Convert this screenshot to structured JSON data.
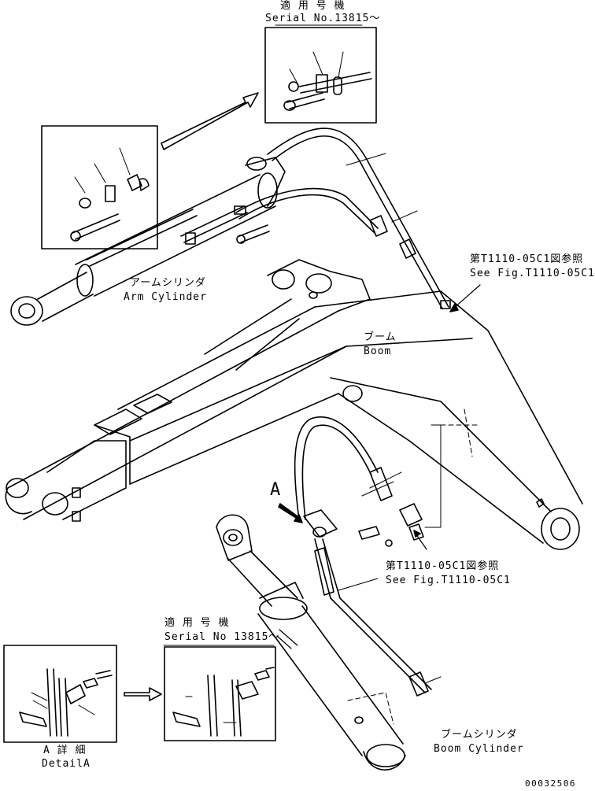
{
  "top_inset": {
    "applicable_jp": "適 用 号 機",
    "serial": "Serial No.13815～"
  },
  "arm_cylinder": {
    "jp": "アームシリンダ",
    "en": "Arm Cylinder"
  },
  "boom": {
    "jp": "ブーム",
    "en": "Boom"
  },
  "ref_upper": {
    "jp": "第T1110-05C1図参照",
    "en": "See Fig.T1110-05C1"
  },
  "ref_lower": {
    "jp": "第T1110-05C1図参照",
    "en": "See Fig.T1110-05C1"
  },
  "callout_a": "A",
  "bottom_inset": {
    "applicable_jp": "適 用 号 機",
    "serial": "Serial No 13815～"
  },
  "detail_a": {
    "jp": "A 詳 細",
    "en": "DetailA"
  },
  "boom_cylinder": {
    "jp": "ブームシリンダ",
    "en": "Boom Cylinder"
  },
  "drawing_number": "00032506"
}
